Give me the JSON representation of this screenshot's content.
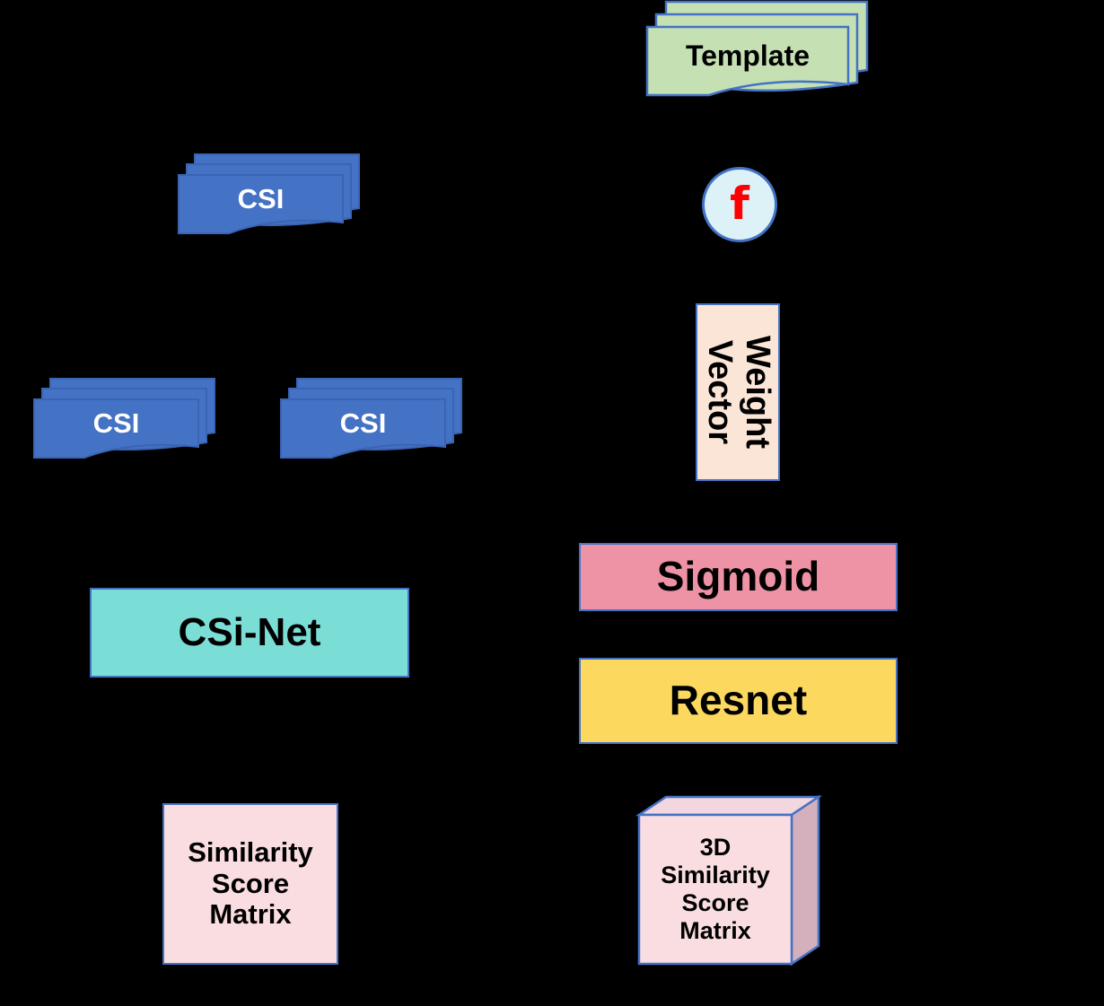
{
  "diagram": {
    "title": "CSI template matching network architecture",
    "background_color": "#000000",
    "colors": {
      "csi_blue": "#4472C4",
      "csi_blue_dark": "#3A64B4",
      "template_green": "#C5E0B2",
      "circle_fill": "#DCF2F7",
      "f_red": "#FF0000",
      "weight_vector_peach": "#FBE5D6",
      "sigmoid_pink": "#EE92A6",
      "resnet_yellow": "#FCD95E",
      "csinet_teal": "#7BDED6",
      "matrix_pink": "#FADDE1",
      "cube_side_mauve": "#D4AFBC",
      "cube_top_mauve": "#F2D7DF",
      "outline_blue": "#4472C4"
    },
    "nodes": {
      "template_stack": {
        "label": "Template",
        "shape": "multi-document-stack",
        "fill": "#C5E0B2",
        "text_color": "#000000"
      },
      "csi_top": {
        "label": "CSI",
        "shape": "multi-document-stack",
        "fill": "#4472C4",
        "text_color": "#FFFFFF"
      },
      "csi_left": {
        "label": "CSI",
        "shape": "multi-document-stack",
        "fill": "#4472C4",
        "text_color": "#FFFFFF"
      },
      "csi_right": {
        "label": "CSI",
        "shape": "multi-document-stack",
        "fill": "#4472C4",
        "text_color": "#FFFFFF"
      },
      "function_circle": {
        "label": "f",
        "shape": "circle",
        "fill": "#DCF2F7",
        "text_color": "#FF0000"
      },
      "weight_vector": {
        "label": "Weight Vector",
        "line1": "Weight",
        "line2": "Vector",
        "shape": "rotated-rect",
        "fill": "#FBE5D6",
        "rotation_deg": 90
      },
      "sigmoid": {
        "label": "Sigmoid",
        "shape": "rect",
        "fill": "#EE92A6"
      },
      "resnet": {
        "label": "Resnet",
        "shape": "rect",
        "fill": "#FCD95E"
      },
      "csi_net": {
        "label": "CSi-Net",
        "shape": "rect",
        "fill": "#7BDED6"
      },
      "similarity_score_matrix": {
        "label": "Similarity Score Matrix",
        "line1": "Similarity",
        "line2": "Score",
        "line3": "Matrix",
        "shape": "rect",
        "fill": "#FADDE1"
      },
      "similarity_score_matrix_3d": {
        "label": "3D Similarity Score Matrix",
        "line1": "3D",
        "line2": "Similarity",
        "line3": "Score",
        "line4": "Matrix",
        "shape": "cube",
        "fill": "#FADDE1"
      }
    }
  }
}
